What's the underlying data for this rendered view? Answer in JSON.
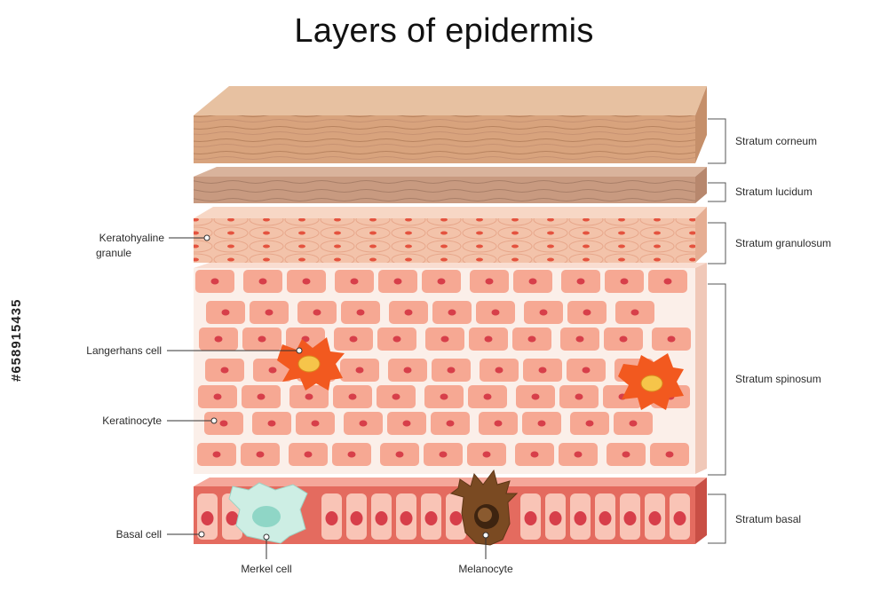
{
  "title": "Layers of epidermis",
  "layers": [
    {
      "name": "Stratum corneum",
      "color": "#d8a37d"
    },
    {
      "name": "Stratum lucidum",
      "color": "#c89a80"
    },
    {
      "name": "Stratum granulosum",
      "color": "#f3c3aa"
    },
    {
      "name": "Stratum spinosum",
      "color": "#f6b7a0"
    },
    {
      "name": "Stratum basal",
      "color": "#f08b7c"
    }
  ],
  "callouts": {
    "keratohyaline_granule": [
      "Keratohyaline",
      "granule"
    ],
    "langerhans_cell": "Langerhans cell",
    "keratinocyte": "Keratinocyte",
    "basal_cell": "Basal cell",
    "merkel_cell": "Merkel cell",
    "melanocyte": "Melanocyte"
  },
  "stock_id": "#658915435",
  "colors": {
    "nucleus": "#d73f4a",
    "langerhans": "#f2591f",
    "merkel": "#bfe7dd",
    "melanocyte": "#7a4a22"
  }
}
